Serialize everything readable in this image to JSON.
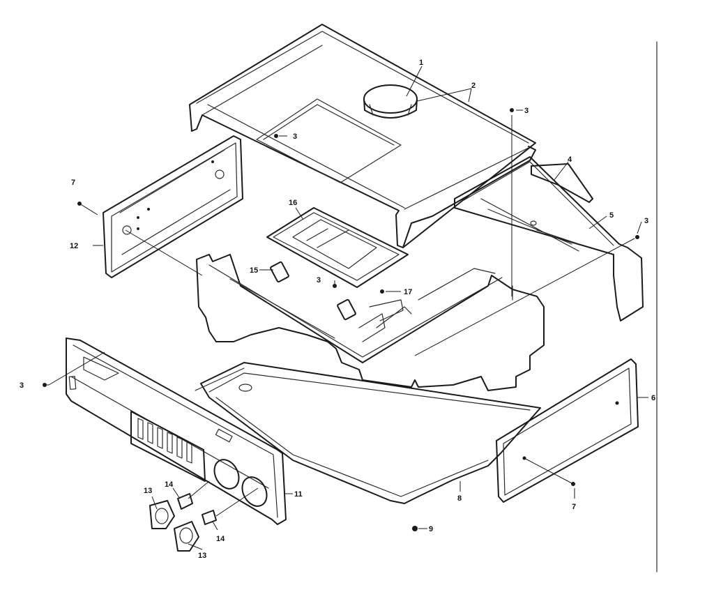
{
  "callouts": [
    {
      "id": "c1",
      "label": "1"
    },
    {
      "id": "c2",
      "label": "2"
    },
    {
      "id": "c3a",
      "label": "3"
    },
    {
      "id": "c3b",
      "label": "3"
    },
    {
      "id": "c3c",
      "label": "3"
    },
    {
      "id": "c3d",
      "label": "3"
    },
    {
      "id": "c3e",
      "label": "3"
    },
    {
      "id": "c4",
      "label": "4"
    },
    {
      "id": "c5",
      "label": "5"
    },
    {
      "id": "c6",
      "label": "6"
    },
    {
      "id": "c7a",
      "label": "7"
    },
    {
      "id": "c7b",
      "label": "7"
    },
    {
      "id": "c8",
      "label": "8"
    },
    {
      "id": "c9",
      "label": "9"
    },
    {
      "id": "c11",
      "label": "11"
    },
    {
      "id": "c12",
      "label": "12"
    },
    {
      "id": "c13a",
      "label": "13"
    },
    {
      "id": "c13b",
      "label": "13"
    },
    {
      "id": "c14a",
      "label": "14"
    },
    {
      "id": "c14b",
      "label": "14"
    },
    {
      "id": "c15",
      "label": "15"
    },
    {
      "id": "c16",
      "label": "16"
    },
    {
      "id": "c17",
      "label": "17"
    }
  ]
}
